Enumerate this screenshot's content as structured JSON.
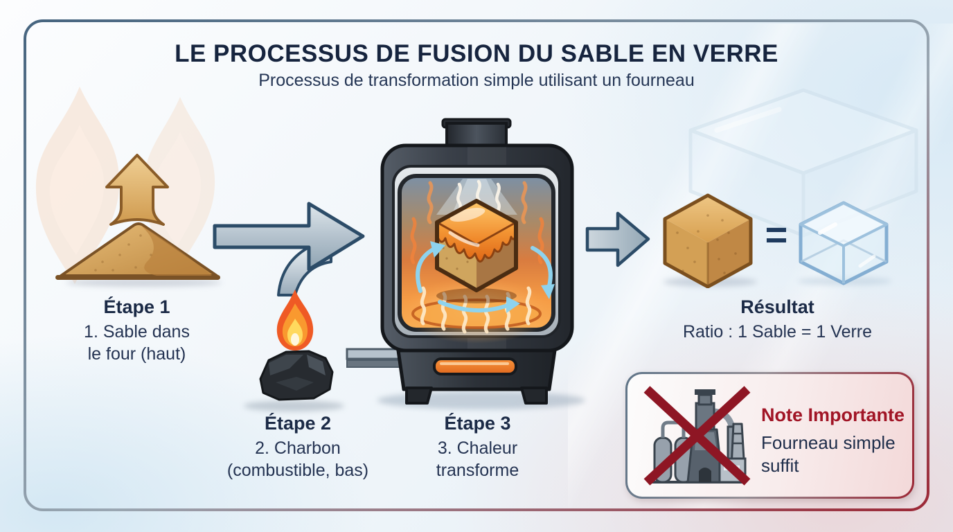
{
  "header": {
    "title": "LE PROCESSUS DE FUSION DU SABLE EN VERRE",
    "subtitle": "Processus de transformation simple utilisant un fourneau"
  },
  "steps": [
    {
      "label": "Étape 1",
      "line1": "1. Sable dans",
      "line2": "le four (haut)"
    },
    {
      "label": "Étape 2",
      "line1": "2. Charbon",
      "line2": "(combustible, bas)"
    },
    {
      "label": "Étape 3",
      "line1": "3. Chaleur",
      "line2": "transforme"
    }
  ],
  "result": {
    "label": "Résultat",
    "ratio": "Ratio : 1 Sable = 1 Verre",
    "equals_sign": "="
  },
  "note": {
    "title": "Note Importante",
    "line1": "Fourneau simple",
    "line2": "suffit"
  },
  "icons": {
    "sand_pile": "sand-pile-icon",
    "up_arrow": "up-arrow-icon",
    "merge_arrow": "merge-arrow-icon",
    "flame": "flame-icon",
    "coal": "coal-icon",
    "furnace": "furnace-icon",
    "melting_cube": "melting-sand-cube-icon",
    "right_arrow": "right-arrow-icon",
    "sand_cube": "sand-cube-icon",
    "glass_cube": "glass-cube-icon",
    "factory_crossed": "no-factory-icon"
  },
  "colors": {
    "title_text": "#16243e",
    "body_text": "#243352",
    "note_red": "#a11526",
    "cross_red": "#8e1624",
    "border_slate": "#46647f",
    "border_red": "#9c2836",
    "sand_gold": "#d9a55c",
    "steel_arrow": "#a9bac6",
    "furnace_glow": "#f59b45",
    "cyan_arrow": "#8ed3ee",
    "glass_blue": "#8ab2d4"
  }
}
